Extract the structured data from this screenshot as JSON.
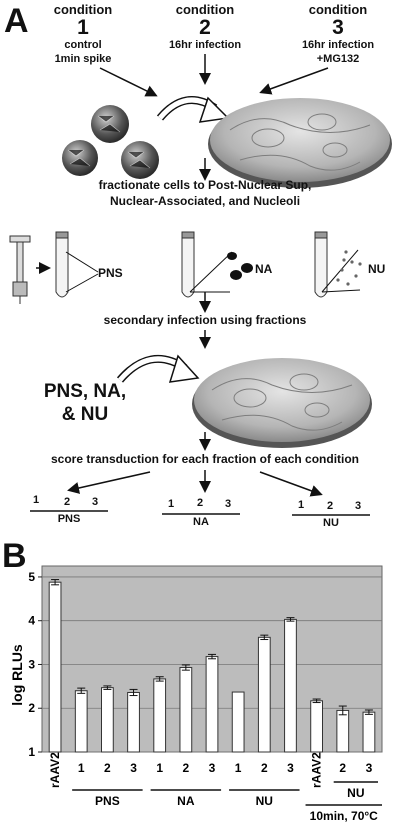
{
  "panel_a": {
    "letter": "A",
    "conditions": [
      {
        "heading": "condition",
        "number": "1",
        "line1": "control",
        "line2": "1min spike"
      },
      {
        "heading": "condition",
        "number": "2",
        "line1": "16hr infection",
        "line2": ""
      },
      {
        "heading": "condition",
        "number": "3",
        "line1": "16hr infection",
        "line2": "+MG132"
      }
    ],
    "fractionate_line1": "fractionate cells to Post-Nuclear Sup,",
    "fractionate_line2": "Nuclear-Associated, and Nucleoli",
    "fraction_labels": {
      "pns": "PNS",
      "na": "NA",
      "nu": "NU"
    },
    "secondary_infection": "secondary infection using fractions",
    "fractions_line1": "PNS, NA,",
    "fractions_line2": "& NU",
    "score_text": "score transduction for each fraction of each condition",
    "score_groups": [
      {
        "numbers": [
          "1",
          "2",
          "3"
        ],
        "label": "PNS"
      },
      {
        "numbers": [
          "1",
          "2",
          "3"
        ],
        "label": "NA"
      },
      {
        "numbers": [
          "1",
          "2",
          "3"
        ],
        "label": "NU"
      }
    ]
  },
  "panel_b": {
    "letter": "B",
    "group_labels": [
      "PNS",
      "NA",
      "NU",
      "NU"
    ],
    "footer_label": "10min, 70°C"
  },
  "chart_data": {
    "type": "bar",
    "ylabel": "log RLUs",
    "ylim": [
      1,
      5.25
    ],
    "yticks": [
      "1",
      "2",
      "3",
      "4",
      "5"
    ],
    "grid": true,
    "background_color": "#bcbcbc",
    "bar_color": "#ffffff",
    "categories": [
      "rAAV2",
      "1",
      "2",
      "3",
      "1",
      "2",
      "3",
      "1",
      "2",
      "3",
      "rAAV2",
      "2",
      "3"
    ],
    "values": [
      4.88,
      2.4,
      2.47,
      2.36,
      2.67,
      2.93,
      3.18,
      2.37,
      3.62,
      4.03,
      2.17,
      1.95,
      1.91
    ],
    "errors": [
      0.06,
      0.06,
      0.04,
      0.07,
      0.05,
      0.06,
      0.05,
      0.0,
      0.05,
      0.04,
      0.04,
      0.1,
      0.05
    ]
  }
}
